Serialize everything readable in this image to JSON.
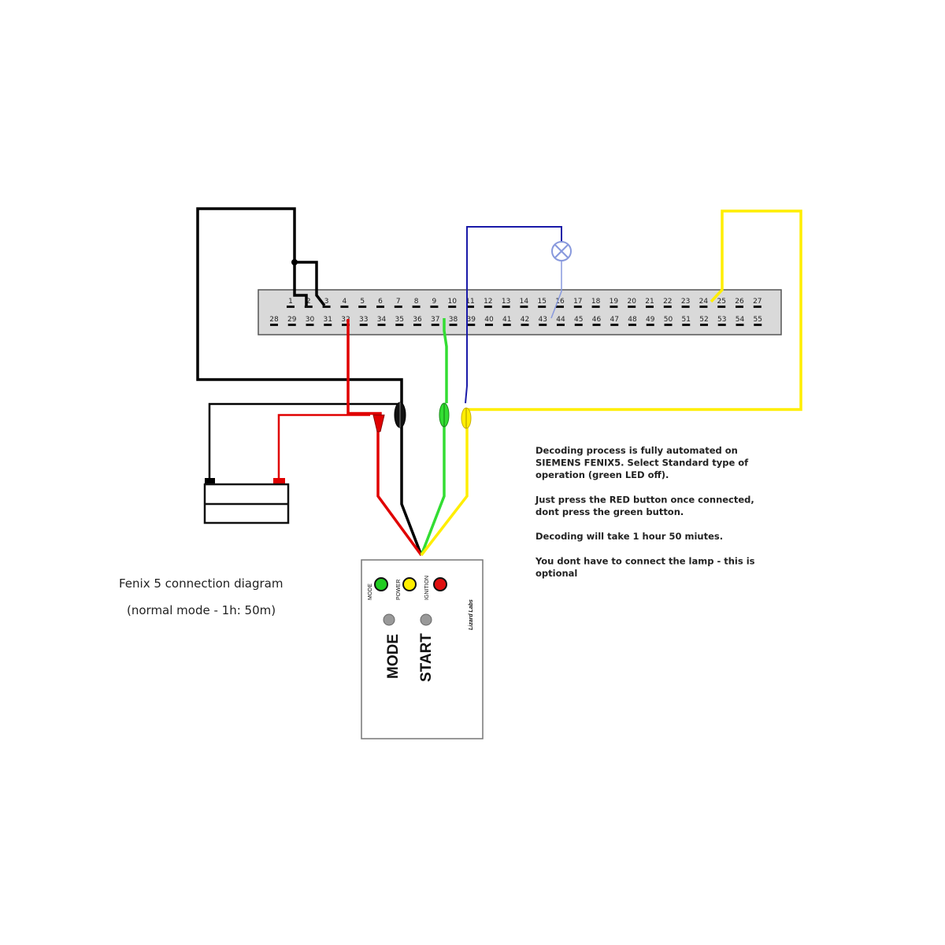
{
  "connector": {
    "top_pins": [
      "1",
      "2",
      "3",
      "4",
      "5",
      "6",
      "7",
      "8",
      "9",
      "10",
      "11",
      "12",
      "13",
      "14",
      "15",
      "16",
      "17",
      "18",
      "19",
      "20",
      "21",
      "22",
      "23",
      "24",
      "25",
      "26",
      "27"
    ],
    "bottom_pins": [
      "28",
      "29",
      "30",
      "31",
      "32",
      "33",
      "34",
      "35",
      "36",
      "37",
      "38",
      "39",
      "40",
      "41",
      "42",
      "43",
      "44",
      "45",
      "46",
      "47",
      "48",
      "49",
      "50",
      "51",
      "52",
      "53",
      "54",
      "55"
    ]
  },
  "device": {
    "led_labels": [
      "MODE",
      "POWER",
      "IGNITION"
    ],
    "brand": "Lizard Labs",
    "mode_label": "MODE",
    "start_label": "START"
  },
  "caption": {
    "title": "Fenix 5 connection diagram",
    "subtitle": "(normal mode - 1h: 50m)"
  },
  "notes": {
    "lines": [
      "Decoding process is fully automated on",
      "SIEMENS FENIX5. Select Standard type of",
      "operation (green LED off).",
      "",
      "Just press the RED button once connected,",
      "dont press the green button.",
      "",
      "Decoding will take 1 hour 50 miutes.",
      "",
      "You dont have to connect the lamp - this is",
      "optional"
    ]
  },
  "colors": {
    "wire_black": "#000000",
    "wire_red": "#e00000",
    "wire_green": "#33dd33",
    "wire_yellow": "#ffee00",
    "wire_blue": "#1a1aa8",
    "lamp_blue": "#8899dd",
    "connector_fill": "#d9d9d9",
    "led_green": "#22cc22",
    "led_yellow": "#ffee00",
    "led_red": "#e01010",
    "button_grey": "#999999"
  }
}
